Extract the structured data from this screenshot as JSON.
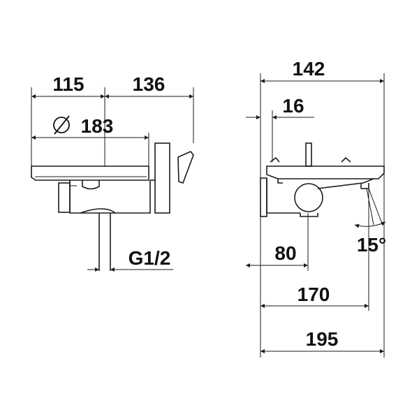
{
  "dimensions": {
    "d115": "115",
    "d136": "136",
    "d183": "183",
    "g12": "G1/2",
    "d142": "142",
    "d16": "16",
    "d80": "80",
    "d170": "170",
    "d195": "195",
    "angle15": "15°"
  },
  "icons": {
    "diameter": "diameter-symbol-icon"
  }
}
